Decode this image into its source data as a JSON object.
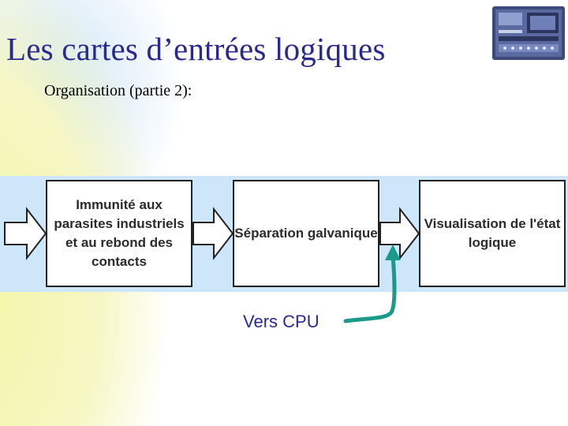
{
  "slide": {
    "title": "Les cartes d’entrées logiques",
    "subtitle": "Organisation (partie 2):"
  },
  "diagram": {
    "boxes": [
      {
        "id": "box1",
        "label": "Immunité aux parasites industriels et au rebond des contacts"
      },
      {
        "id": "box2",
        "label": "Séparation galvanique"
      },
      {
        "id": "box3",
        "label": "Visualisation de l'état logique"
      }
    ],
    "output_label": "Vers CPU",
    "colors": {
      "title": "#2a2a8c",
      "band": "#cde6fa",
      "connector": "#1a9a8a",
      "box_border": "#222222"
    }
  },
  "image": {
    "icon": "plc-module-icon"
  }
}
